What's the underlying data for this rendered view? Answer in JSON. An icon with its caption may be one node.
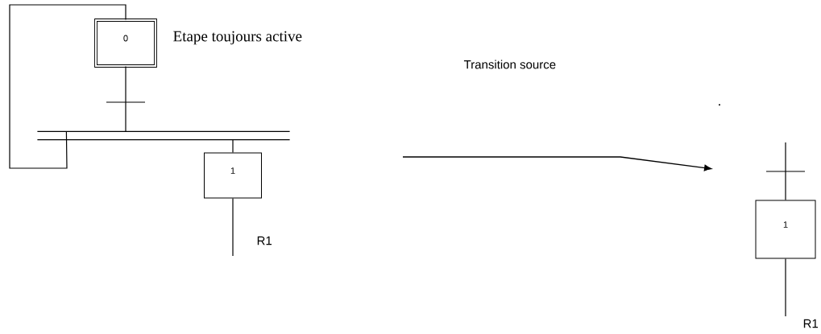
{
  "diagram": {
    "nodes": [
      {
        "text": [
          "0"
        ],
        "beside": [
          "Etape toujours active"
        ]
      },
      {
        "text": [],
        "shape": "bar"
      },
      {
        "text": [
          "1"
        ]
      },
      {
        "text": [
          "1"
        ]
      }
    ],
    "edges": [
      {
        "from": 0,
        "to": 1,
        "arrow": "none"
      },
      {
        "from": 1,
        "to": 2,
        "arrow": "none"
      },
      {
        "from": 1,
        "to": 0,
        "arrow": "none"
      },
      {
        "from": 2,
        "to": null,
        "arrow": "none"
      },
      {
        "from": null,
        "to": 3,
        "arrow": "none"
      },
      {
        "from": 3,
        "to": null,
        "arrow": "none"
      }
    ],
    "labels": [
      "Transition source",
      "R1",
      "R1"
    ]
  }
}
